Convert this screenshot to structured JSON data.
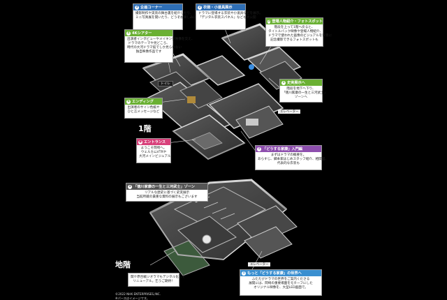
{
  "floors": {
    "ground": "1階",
    "basement": "地階"
  },
  "labels": {
    "toilet": "トイレ",
    "elevator_top": "エレベーター",
    "elevator_bottom": "エレベーター"
  },
  "callouts": [
    {
      "id": "kikaku",
      "number": "3",
      "title": "企画コーナー",
      "color": "#2f6fb6",
      "lines": [
        "撮影制作や実装の舞台裏を紹介したり、",
        "ミニ写真展を開いたり、どうぞお楽しみに"
      ]
    },
    {
      "id": "isho",
      "number": "2",
      "title": "衣装・小道具展示",
      "color": "#2f6fb6",
      "lines": [
        "ドラマに登場する衣装や小道具などを展示。",
        "「デジタル衣装スパネル」なども大公開"
      ]
    },
    {
      "id": "theater",
      "number": "4",
      "title": "4Kシアター",
      "color": "#6ab033",
      "lines": [
        "出演者インタビューやメイキング映像を交え、",
        "ドラマのテーマや見どころ、",
        "時代の大河ドラマ館でしか見られない",
        "独自映像作品です"
      ]
    },
    {
      "id": "tojo",
      "number": "5",
      "title": "登場人物紹介・フォトスポット",
      "color": "#6ab033",
      "lines": [
        "階段を上って1階へ戻ると、",
        "タイトルバック映像や登場人物紹介、",
        "ドラマで使われた画像のビジュアルを背景に",
        "記念撮影できるフォトスポットも"
      ]
    },
    {
      "id": "ending",
      "number": "6",
      "title": "エンディング",
      "color": "#6ab033",
      "lines": [
        "出演者のサイン色紙や",
        "ひと言メッセージなど"
      ]
    },
    {
      "id": "shiryo",
      "number": "1",
      "title": "史実展示へ",
      "color": "#6ab033",
      "lines": [
        "階段を地下へ下り、",
        "「徳川家康の一生と三河武士」",
        "ゾーンへ"
      ]
    },
    {
      "id": "entrance",
      "number": "",
      "title": "エントランス",
      "color": "#d8407a",
      "lines": [
        "ようこそ岡崎へ。",
        "ウェルカムVTRや",
        "大河メインビジュアル"
      ]
    },
    {
      "id": "nyumon",
      "number": "1",
      "title": "「どうする家康」入門編",
      "color": "#8e4fae",
      "lines": [
        "まずはドラマの概要を。",
        "あらすじ、脚本家はじめスタッフ紹介、相関図、",
        "代表的な衣装も"
      ]
    },
    {
      "id": "tokugawa",
      "number": "1",
      "title": "「徳川家康の一生と三河武士」ゾーン",
      "color": "#555555",
      "lines": [
        "リアルな歴史に基づく史実展示",
        "当館所蔵の貴重な資料の展示もございます"
      ]
    },
    {
      "id": "diorama",
      "number": "",
      "title": "",
      "color": "",
      "lines": [
        "関ケ原合戦ジオラマもデジタル化して",
        "リニューアル。乞うご期待！"
      ]
    },
    {
      "id": "sekai",
      "number": "1",
      "title": "もっと「どうする家康」の世界へ",
      "color": "#3a8fd0",
      "lines": [
        "ふたたびドラマの世界をご案内くださる",
        "展開には、岡崎の重要場面をモチーフにした",
        "オリジナル映像を、大型LED画面で。"
      ]
    }
  ],
  "copyright": [
    "©2022 NHK ENTERPRISES,INC.",
    "※パースはイメージです。"
  ]
}
